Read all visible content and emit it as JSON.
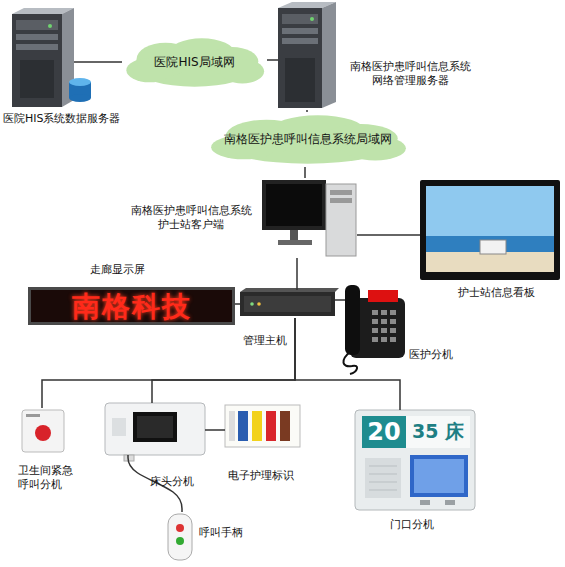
{
  "diagram": {
    "nodes": [
      {
        "text": [
          "医院HIS系统数据服务器"
        ]
      },
      {
        "text": [
          "医院HIS局域网"
        ]
      },
      {
        "text": [
          "南格医护患呼叫信息系统 网络管理服务器"
        ]
      },
      {
        "text": [
          "南格医护患呼叫信息系统局域网"
        ]
      },
      {
        "text": [
          "南格医护患呼叫信息系统 护士站客户端"
        ]
      },
      {
        "text": [
          "护士站信息看板"
        ]
      },
      {
        "text": [
          "走廊显示屏",
          "南格科技"
        ]
      },
      {
        "text": [
          "管理主机"
        ]
      },
      {
        "text": [
          "医护分机"
        ]
      },
      {
        "text": [
          "卫生间紧急 呼叫分机"
        ]
      },
      {
        "text": [
          "床头分机"
        ]
      },
      {
        "text": [
          "电子护理标识"
        ]
      },
      {
        "text": [
          "20",
          "35 床",
          "门口分机"
        ]
      },
      {
        "text": [
          "呼叫手柄"
        ]
      }
    ],
    "edges": [
      {
        "from": 0,
        "to": 1,
        "arrow": "none"
      },
      {
        "from": 1,
        "to": 2,
        "arrow": "none"
      },
      {
        "from": 2,
        "to": 3,
        "arrow": "none"
      },
      {
        "from": 3,
        "to": 4,
        "arrow": "none"
      },
      {
        "from": 4,
        "to": 5,
        "arrow": "none"
      },
      {
        "from": 4,
        "to": 7,
        "arrow": "none"
      },
      {
        "from": 7,
        "to": 6,
        "arrow": "none"
      },
      {
        "from": 7,
        "to": 8,
        "arrow": "none"
      },
      {
        "from": 7,
        "to": 9,
        "arrow": "none"
      },
      {
        "from": 7,
        "to": 10,
        "arrow": "none"
      },
      {
        "from": 7,
        "to": 12,
        "arrow": "none"
      },
      {
        "from": 10,
        "to": 11,
        "arrow": "none"
      },
      {
        "from": 10,
        "to": 13,
        "arrow": "none"
      }
    ]
  }
}
